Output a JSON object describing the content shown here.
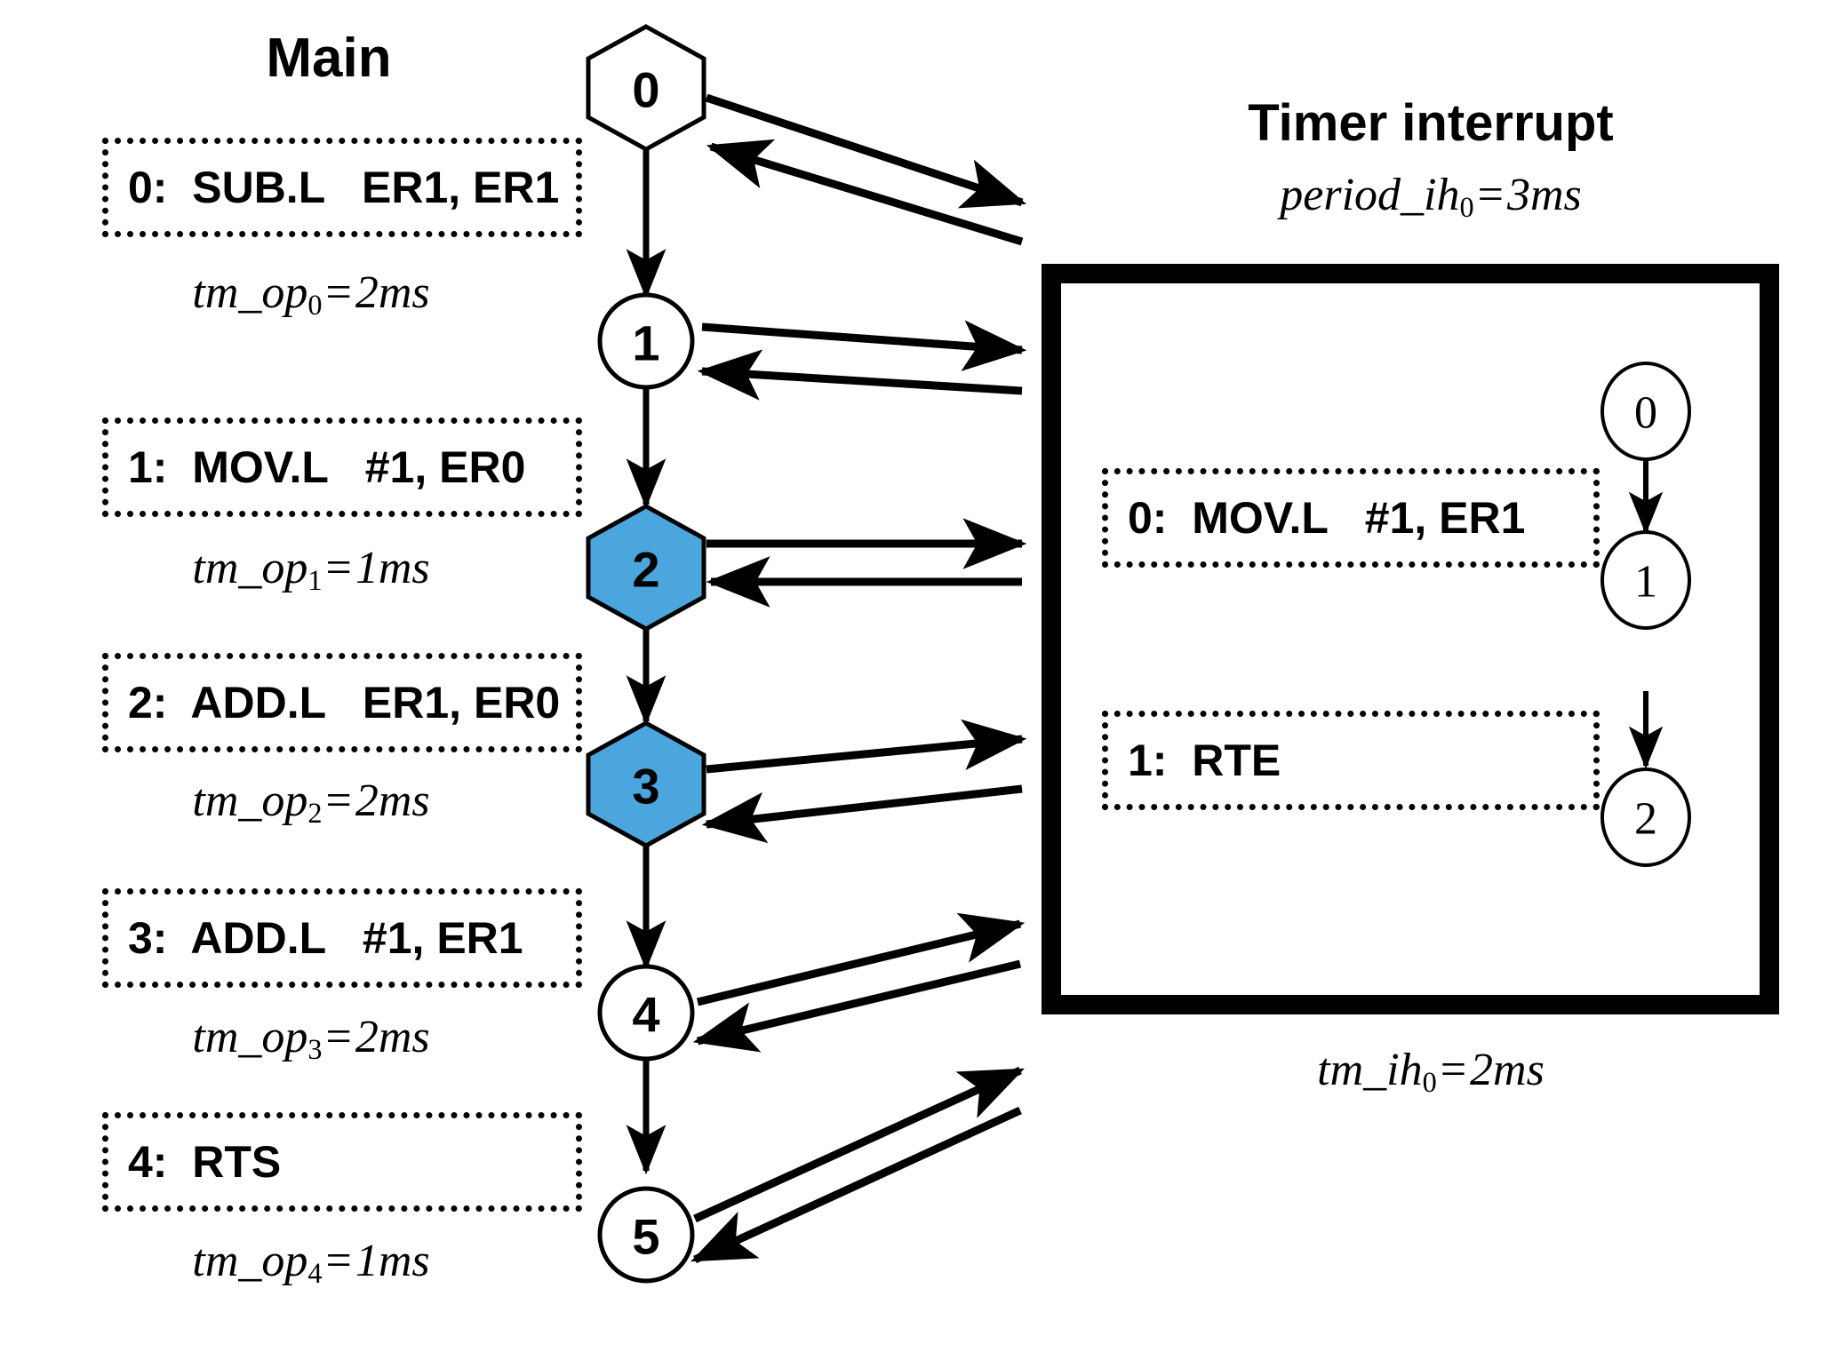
{
  "main": {
    "heading": "Main",
    "instructions": [
      {
        "text": "0:  SUB.L   ER1, ER1",
        "timing": "tm_op",
        "timing_index": "0",
        "timing_value": "2ms"
      },
      {
        "text": "1:  MOV.L   #1, ER0",
        "timing": "tm_op",
        "timing_index": "1",
        "timing_value": "1ms"
      },
      {
        "text": "2:  ADD.L   ER1, ER0",
        "timing": "tm_op",
        "timing_index": "2",
        "timing_value": "2ms"
      },
      {
        "text": "3:  ADD.L   #1, ER1",
        "timing": "tm_op",
        "timing_index": "3",
        "timing_value": "2ms"
      },
      {
        "text": "4:  RTS",
        "timing": "tm_op",
        "timing_index": "4",
        "timing_value": "1ms"
      }
    ],
    "nodes": [
      {
        "label": "0",
        "shape": "hexagon",
        "fill": "#ffffff"
      },
      {
        "label": "1",
        "shape": "circle",
        "fill": "#ffffff"
      },
      {
        "label": "2",
        "shape": "hexagon",
        "fill": "#4CA6DE"
      },
      {
        "label": "3",
        "shape": "hexagon",
        "fill": "#4CA6DE"
      },
      {
        "label": "4",
        "shape": "circle",
        "fill": "#ffffff"
      },
      {
        "label": "5",
        "shape": "circle",
        "fill": "#ffffff"
      }
    ]
  },
  "timer": {
    "heading": "Timer interrupt",
    "period_name": "period_ih",
    "period_index": "0",
    "period_value": "3ms",
    "instructions": [
      {
        "text": "0:  MOV.L   #1, ER1"
      },
      {
        "text": "1:  RTE"
      }
    ],
    "nodes": [
      {
        "label": "0",
        "shape": "circle",
        "fill": "#ffffff"
      },
      {
        "label": "1",
        "shape": "circle",
        "fill": "#ffffff"
      },
      {
        "label": "2",
        "shape": "circle",
        "fill": "#ffffff"
      }
    ],
    "exec_name": "tm_ih",
    "exec_index": "0",
    "exec_value": "2ms"
  },
  "colors": {
    "highlight": "#4CA6DE",
    "stroke": "#000000",
    "background": "#ffffff"
  },
  "eq": "="
}
